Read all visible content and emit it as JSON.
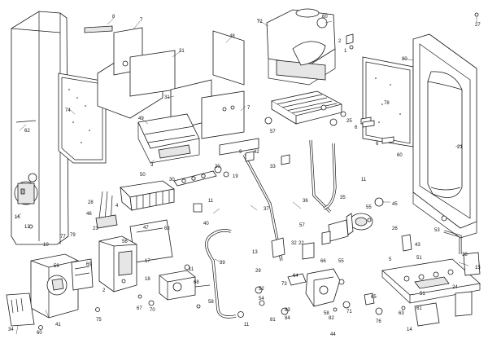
{
  "callouts": [
    {
      "id": "c1",
      "text": "1"
    },
    {
      "id": "c2",
      "text": "2"
    },
    {
      "id": "c2b",
      "text": "2"
    },
    {
      "id": "c3",
      "text": "3"
    },
    {
      "id": "c4",
      "text": "4"
    },
    {
      "id": "c5",
      "text": "5"
    },
    {
      "id": "c6",
      "text": "6"
    },
    {
      "id": "c6b",
      "text": "6"
    },
    {
      "id": "c7",
      "text": "7"
    },
    {
      "id": "c7b",
      "text": "7"
    },
    {
      "id": "c8",
      "text": "8"
    },
    {
      "id": "c9",
      "text": "9"
    },
    {
      "id": "c10",
      "text": "10"
    },
    {
      "id": "c11",
      "text": "11"
    },
    {
      "id": "c11b",
      "text": "11"
    },
    {
      "id": "c11c",
      "text": "11"
    },
    {
      "id": "c11d",
      "text": "11"
    },
    {
      "id": "c12",
      "text": "12"
    },
    {
      "id": "c13",
      "text": "13"
    },
    {
      "id": "c14",
      "text": "14"
    },
    {
      "id": "c15",
      "text": "15"
    },
    {
      "id": "c16",
      "text": "16"
    },
    {
      "id": "c17",
      "text": "17"
    },
    {
      "id": "c18",
      "text": "18"
    },
    {
      "id": "c19",
      "text": "19"
    },
    {
      "id": "c20",
      "text": "20"
    },
    {
      "id": "c21",
      "text": "21"
    },
    {
      "id": "c22",
      "text": "22"
    },
    {
      "id": "c23",
      "text": "23"
    },
    {
      "id": "c24",
      "text": "24"
    },
    {
      "id": "c25",
      "text": "25"
    },
    {
      "id": "c26",
      "text": "26"
    },
    {
      "id": "c27",
      "text": "27"
    },
    {
      "id": "c28",
      "text": "28"
    },
    {
      "id": "c29",
      "text": "29"
    },
    {
      "id": "c30",
      "text": "30"
    },
    {
      "id": "c31",
      "text": "31"
    },
    {
      "id": "c31b",
      "text": "31"
    },
    {
      "id": "c32",
      "text": "32"
    },
    {
      "id": "c33",
      "text": "33"
    },
    {
      "id": "c34",
      "text": "34"
    },
    {
      "id": "c35",
      "text": "35"
    },
    {
      "id": "c36",
      "text": "36"
    },
    {
      "id": "c37",
      "text": "37"
    },
    {
      "id": "c38",
      "text": "38"
    },
    {
      "id": "c39",
      "text": "39"
    },
    {
      "id": "c40",
      "text": "40"
    },
    {
      "id": "c41",
      "text": "41"
    },
    {
      "id": "c42",
      "text": "42"
    },
    {
      "id": "c43",
      "text": "43"
    },
    {
      "id": "c44",
      "text": "44"
    },
    {
      "id": "c45",
      "text": "45"
    },
    {
      "id": "c46",
      "text": "46"
    },
    {
      "id": "c47",
      "text": "47"
    },
    {
      "id": "c48",
      "text": "48"
    },
    {
      "id": "c49",
      "text": "49"
    },
    {
      "id": "c50",
      "text": "50"
    },
    {
      "id": "c51",
      "text": "51"
    },
    {
      "id": "c51b",
      "text": "51"
    },
    {
      "id": "c52",
      "text": "52"
    },
    {
      "id": "c53",
      "text": "53"
    },
    {
      "id": "c54",
      "text": "54"
    },
    {
      "id": "c55",
      "text": "55"
    },
    {
      "id": "c55b",
      "text": "55"
    },
    {
      "id": "c56",
      "text": "56"
    },
    {
      "id": "c57",
      "text": "57"
    },
    {
      "id": "c57b",
      "text": "57"
    },
    {
      "id": "c58",
      "text": "58"
    },
    {
      "id": "c58b",
      "text": "58"
    },
    {
      "id": "c59",
      "text": "59"
    },
    {
      "id": "c60",
      "text": "60"
    },
    {
      "id": "c60b",
      "text": "60"
    },
    {
      "id": "c60c",
      "text": "60"
    },
    {
      "id": "c61",
      "text": "61"
    },
    {
      "id": "c62",
      "text": "62"
    },
    {
      "id": "c63",
      "text": "63"
    },
    {
      "id": "c63b",
      "text": "63"
    },
    {
      "id": "c64",
      "text": "64"
    },
    {
      "id": "c65",
      "text": "65"
    },
    {
      "id": "c66",
      "text": "66"
    },
    {
      "id": "c67",
      "text": "67"
    },
    {
      "id": "c68",
      "text": "68"
    },
    {
      "id": "c69",
      "text": "69"
    },
    {
      "id": "c70",
      "text": "70"
    },
    {
      "id": "c71",
      "text": "71"
    },
    {
      "id": "c72",
      "text": "72"
    },
    {
      "id": "c73",
      "text": "73"
    },
    {
      "id": "c74",
      "text": "74"
    },
    {
      "id": "c75",
      "text": "75"
    },
    {
      "id": "c76",
      "text": "76"
    },
    {
      "id": "c77",
      "text": "77"
    },
    {
      "id": "c78",
      "text": "78"
    },
    {
      "id": "c79",
      "text": "79"
    },
    {
      "id": "c80",
      "text": "80"
    },
    {
      "id": "c81",
      "text": "81"
    },
    {
      "id": "c82",
      "text": "82"
    },
    {
      "id": "c83",
      "text": "83"
    },
    {
      "id": "c84",
      "text": "84"
    }
  ]
}
